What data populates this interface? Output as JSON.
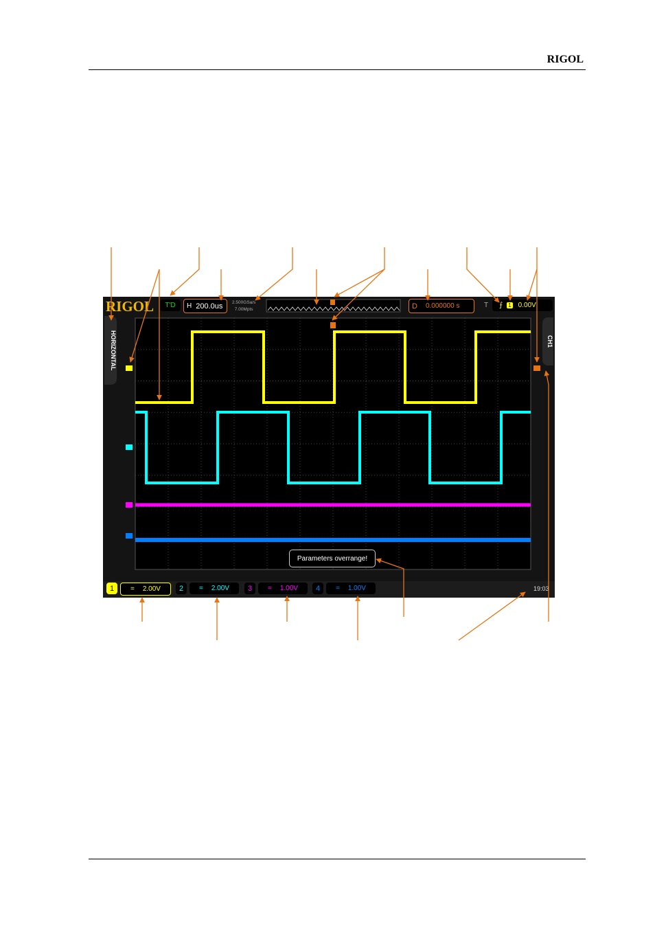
{
  "header": {
    "brand": "RIGOL"
  },
  "scope": {
    "logo": "RIGOL",
    "run_status": "T'D",
    "horizontal": {
      "label": "H",
      "timebase": "200.0us"
    },
    "sample_rate": "2.500GSa/s",
    "memory_depth": "7.00Mpts",
    "delay": {
      "label": "D",
      "value": "0.000000 s"
    },
    "trigger": {
      "label": "T",
      "edge_icon": "rising-edge-icon",
      "source": "1",
      "level": "0.00V"
    },
    "left_tab": "HORIZONTAL",
    "right_tab": "CH1",
    "message": "Parameters overrange!",
    "channels": [
      {
        "num": "1",
        "coupling": "=",
        "scale": "2.00V",
        "color": "#ffff00"
      },
      {
        "num": "2",
        "coupling": "=",
        "scale": "2.00V",
        "color": "#00ffff"
      },
      {
        "num": "3",
        "coupling": "=",
        "scale": "1.00V",
        "color": "#ff00ff"
      },
      {
        "num": "4",
        "coupling": "=",
        "scale": "1.00V",
        "color": "#0080ff"
      }
    ],
    "time": "19:03",
    "annotation_color": "#e87511"
  }
}
